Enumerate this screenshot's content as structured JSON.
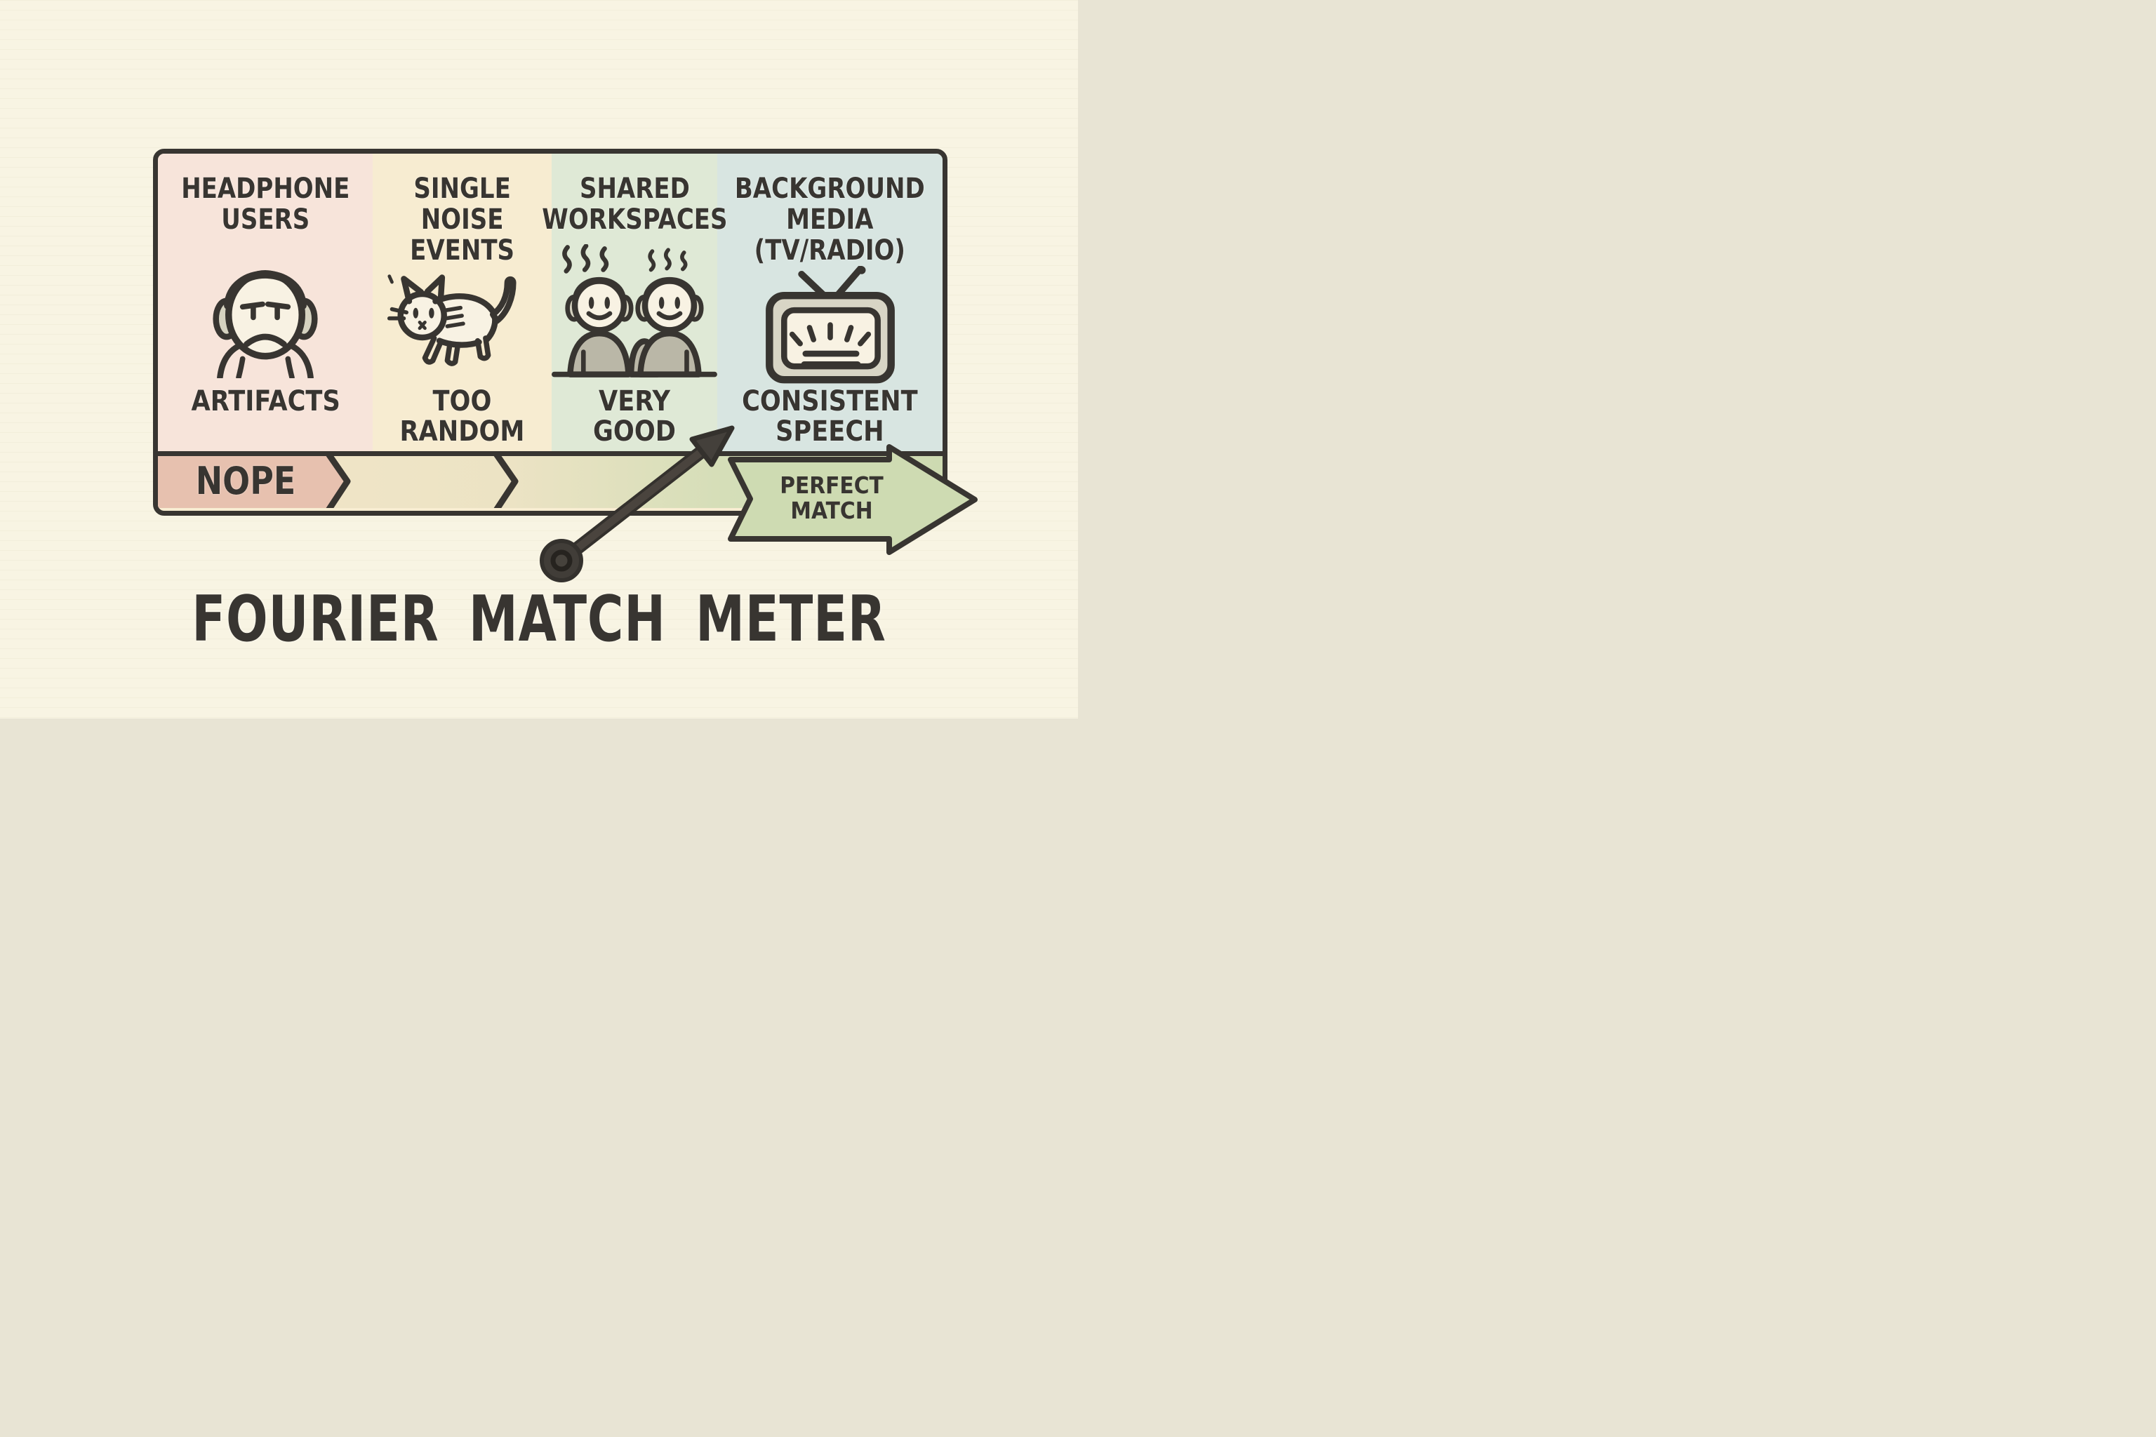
{
  "page": {
    "background": "#f8f4e3",
    "ink": "#383531",
    "title": "FOURIER MATCH METER"
  },
  "panels": [
    {
      "header": "HEADPHONE\nUSERS",
      "caption": "ARTIFACTS",
      "icon": "annoyed-headphone-user-icon",
      "bg": "#f7e4da"
    },
    {
      "header": "SINGLE\nNOISE\nEVENTS",
      "caption": "TOO RANDOM",
      "icon": "walking-cat-icon",
      "bg": "#f7ecd1"
    },
    {
      "header": "SHARED\nWORKSPACES",
      "caption": "VERY\nGOOD",
      "icon": "two-coworkers-headphones-icon",
      "bg": "#dfe9d6"
    },
    {
      "header": "BACKGROUND\nMEDIA\n(TV/RADIO)",
      "caption": "CONSISTENT\nSPEECH",
      "icon": "tv-icon",
      "bg": "#d8e5e1"
    }
  ],
  "meter": {
    "left_label": "NOPE",
    "right_label": "PERFECT\nMATCH",
    "segment_colors": [
      "#e7c1af",
      "#f3e6c9",
      "#cfdcb2"
    ],
    "arrow_color": "#cedbb2",
    "needle_color": "#44403b",
    "needle_points_to": "BACKGROUND MEDIA (TV/RADIO)"
  }
}
